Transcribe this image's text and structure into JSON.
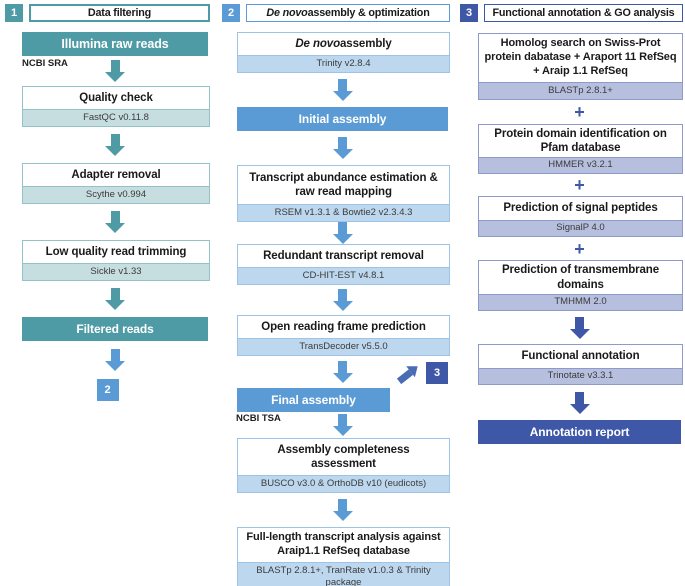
{
  "theme": {
    "teal": "#4E9BA6",
    "teal-light": "#C7DEE1",
    "teal-border": "#93C2C9",
    "blue": "#5B9BD5",
    "blue-light": "#BDD7EE",
    "blue-border": "#9DC3E6",
    "indigo": "#3F57A7",
    "indigo-light": "#B7BFDF",
    "indigo-border": "#8E9AC9",
    "branch-arrow": "#4A6CB3"
  },
  "col1": {
    "badge": "1",
    "title": "Data filtering",
    "start": "Illumina raw reads",
    "note": "NCBI SRA",
    "boxes": [
      {
        "title": "Quality check",
        "tool": "FastQC v0.11.8"
      },
      {
        "title": "Adapter removal",
        "tool": "Scythe v0.994"
      },
      {
        "title": "Low quality read trimming",
        "tool": "Sickle v1.33"
      }
    ],
    "end": "Filtered reads",
    "next_badge": "2"
  },
  "col2": {
    "badge": "2",
    "title_italic": "De novo",
    "title_rest": " assembly & optimization",
    "box_denovo": {
      "title_italic": "De novo",
      "title_rest": " assembly",
      "tool": "Trinity v2.8.4"
    },
    "initial": "Initial assembly",
    "boxes": [
      {
        "title": "Transcript abundance estimation & raw read mapping",
        "tool": "RSEM v1.3.1 & Bowtie2 v2.3.4.3"
      },
      {
        "title": "Redundant transcript removal",
        "tool": "CD-HIT-EST v4.8.1"
      },
      {
        "title": "Open reading frame prediction",
        "tool": "TransDecoder v5.5.0"
      }
    ],
    "final": "Final assembly",
    "branch_badge": "3",
    "note": "NCBI TSA",
    "boxes2": [
      {
        "title": "Assembly completeness assessment",
        "tool": "BUSCO v3.0 & OrthoDB v10 (eudicots)"
      },
      {
        "title": "Full-length transcript analysis against Araip1.1 RefSeq database",
        "tool": "BLASTp 2.8.1+, TranRate v1.0.3 & Trinity package"
      }
    ]
  },
  "col3": {
    "badge": "3",
    "title": "Functional annotation & GO analysis",
    "plus": "+",
    "boxes": [
      {
        "title": "Homolog search on Swiss-Prot protein dabatase + Araport 11 RefSeq + Araip 1.1 RefSeq",
        "tool": "BLASTp 2.8.1+"
      },
      {
        "title": "Protein domain identification on Pfam database",
        "tool": "HMMER v3.2.1"
      },
      {
        "title": "Prediction of signal peptides",
        "tool": "SignalP 4.0"
      },
      {
        "title": "Prediction of transmembrane domains",
        "tool": "TMHMM 2.0"
      },
      {
        "title": "Functional annotation",
        "tool": "Trinotate v3.3.1"
      }
    ],
    "end": "Annotation report"
  }
}
